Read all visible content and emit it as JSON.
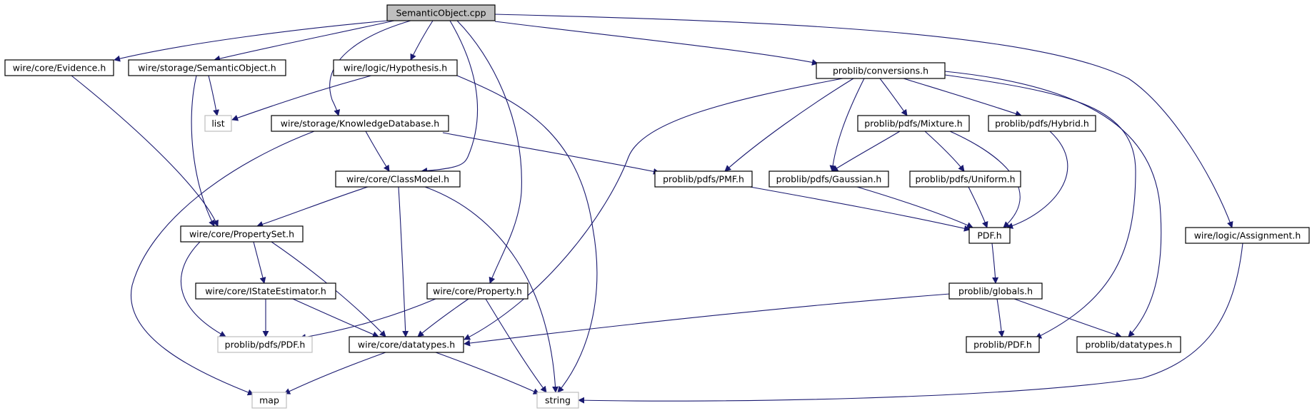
{
  "diagram": {
    "type": "include-dependency-graph",
    "colors": {
      "edge": "#191970",
      "node_border": "#000000",
      "external_border": "#bfbfbf",
      "root_fill": "#bfbfbf",
      "node_fill": "#ffffff"
    },
    "nodes": [
      {
        "id": "semanticobject-cpp",
        "label": "SemanticObject.cpp",
        "kind": "root"
      },
      {
        "id": "evidence-h",
        "label": "wire/core/Evidence.h",
        "kind": "header"
      },
      {
        "id": "storage-semanticobject-h",
        "label": "wire/storage/SemanticObject.h",
        "kind": "header"
      },
      {
        "id": "hypothesis-h",
        "label": "wire/logic/Hypothesis.h",
        "kind": "header"
      },
      {
        "id": "conversions-h",
        "label": "problib/conversions.h",
        "kind": "header"
      },
      {
        "id": "list",
        "label": "list",
        "kind": "external"
      },
      {
        "id": "knowledgedatabase-h",
        "label": "wire/storage/KnowledgeDatabase.h",
        "kind": "header"
      },
      {
        "id": "mixture-h",
        "label": "problib/pdfs/Mixture.h",
        "kind": "header"
      },
      {
        "id": "hybrid-h",
        "label": "problib/pdfs/Hybrid.h",
        "kind": "header"
      },
      {
        "id": "classmodel-h",
        "label": "wire/core/ClassModel.h",
        "kind": "header"
      },
      {
        "id": "pmf-h",
        "label": "problib/pdfs/PMF.h",
        "kind": "header"
      },
      {
        "id": "gaussian-h",
        "label": "problib/pdfs/Gaussian.h",
        "kind": "header"
      },
      {
        "id": "uniform-h",
        "label": "problib/pdfs/Uniform.h",
        "kind": "header"
      },
      {
        "id": "propertyset-h",
        "label": "wire/core/PropertySet.h",
        "kind": "header"
      },
      {
        "id": "pdf-h",
        "label": "PDF.h",
        "kind": "header"
      },
      {
        "id": "assignment-h",
        "label": "wire/logic/Assignment.h",
        "kind": "header"
      },
      {
        "id": "istateestimator-h",
        "label": "wire/core/IStateEstimator.h",
        "kind": "header"
      },
      {
        "id": "property-h",
        "label": "wire/core/Property.h",
        "kind": "header"
      },
      {
        "id": "globals-h",
        "label": "problib/globals.h",
        "kind": "header"
      },
      {
        "id": "pdfs-pdf-h",
        "label": "problib/pdfs/PDF.h",
        "kind": "external"
      },
      {
        "id": "datatypes-h",
        "label": "wire/core/datatypes.h",
        "kind": "header"
      },
      {
        "id": "problib-pdf-h",
        "label": "problib/PDF.h",
        "kind": "header"
      },
      {
        "id": "problib-datatypes-h",
        "label": "problib/datatypes.h",
        "kind": "header"
      },
      {
        "id": "map",
        "label": "map",
        "kind": "external"
      },
      {
        "id": "string",
        "label": "string",
        "kind": "external"
      }
    ],
    "edges": [
      [
        "semanticobject-cpp",
        "evidence-h"
      ],
      [
        "semanticobject-cpp",
        "storage-semanticobject-h"
      ],
      [
        "semanticobject-cpp",
        "hypothesis-h"
      ],
      [
        "semanticobject-cpp",
        "knowledgedatabase-h"
      ],
      [
        "semanticobject-cpp",
        "classmodel-h"
      ],
      [
        "semanticobject-cpp",
        "property-h"
      ],
      [
        "semanticobject-cpp",
        "conversions-h"
      ],
      [
        "semanticobject-cpp",
        "assignment-h"
      ],
      [
        "evidence-h",
        "propertyset-h"
      ],
      [
        "storage-semanticobject-h",
        "list"
      ],
      [
        "storage-semanticobject-h",
        "propertyset-h"
      ],
      [
        "hypothesis-h",
        "list"
      ],
      [
        "hypothesis-h",
        "string"
      ],
      [
        "knowledgedatabase-h",
        "classmodel-h"
      ],
      [
        "knowledgedatabase-h",
        "pmf-h"
      ],
      [
        "knowledgedatabase-h",
        "map"
      ],
      [
        "classmodel-h",
        "propertyset-h"
      ],
      [
        "classmodel-h",
        "datatypes-h"
      ],
      [
        "classmodel-h",
        "string"
      ],
      [
        "propertyset-h",
        "istateestimator-h"
      ],
      [
        "propertyset-h",
        "pdfs-pdf-h"
      ],
      [
        "propertyset-h",
        "datatypes-h"
      ],
      [
        "istateestimator-h",
        "pdfs-pdf-h"
      ],
      [
        "istateestimator-h",
        "datatypes-h"
      ],
      [
        "property-h",
        "pdfs-pdf-h"
      ],
      [
        "property-h",
        "datatypes-h"
      ],
      [
        "property-h",
        "string"
      ],
      [
        "datatypes-h",
        "map"
      ],
      [
        "datatypes-h",
        "string"
      ],
      [
        "conversions-h",
        "pmf-h"
      ],
      [
        "conversions-h",
        "gaussian-h"
      ],
      [
        "conversions-h",
        "mixture-h"
      ],
      [
        "conversions-h",
        "hybrid-h"
      ],
      [
        "conversions-h",
        "datatypes-h"
      ],
      [
        "conversions-h",
        "problib-pdf-h"
      ],
      [
        "conversions-h",
        "problib-datatypes-h"
      ],
      [
        "mixture-h",
        "gaussian-h"
      ],
      [
        "mixture-h",
        "uniform-h"
      ],
      [
        "mixture-h",
        "pdf-h"
      ],
      [
        "hybrid-h",
        "pdf-h"
      ],
      [
        "pmf-h",
        "pdf-h"
      ],
      [
        "gaussian-h",
        "pdf-h"
      ],
      [
        "uniform-h",
        "pdf-h"
      ],
      [
        "pdf-h",
        "globals-h"
      ],
      [
        "globals-h",
        "datatypes-h"
      ],
      [
        "globals-h",
        "problib-pdf-h"
      ],
      [
        "globals-h",
        "problib-datatypes-h"
      ],
      [
        "assignment-h",
        "string"
      ]
    ]
  }
}
